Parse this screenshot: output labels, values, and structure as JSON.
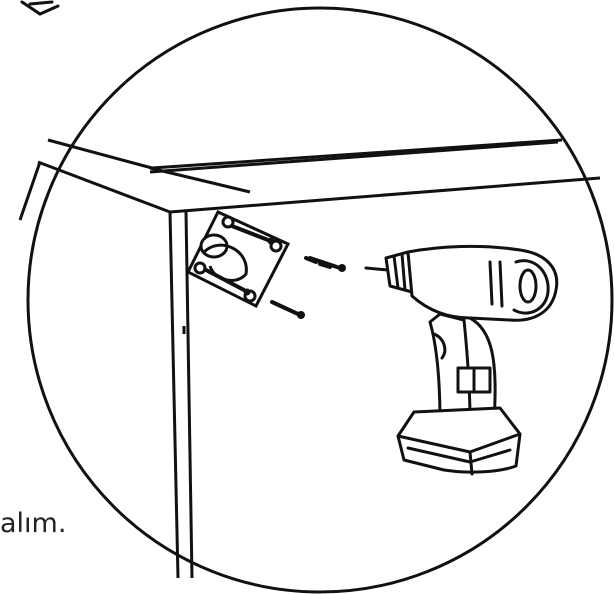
{
  "caption": {
    "fragment": "alım."
  },
  "colors": {
    "line": "#111111",
    "background": "#ffffff"
  },
  "items": [
    "mounting-bracket",
    "screw",
    "cordless-drill",
    "cabinet"
  ]
}
